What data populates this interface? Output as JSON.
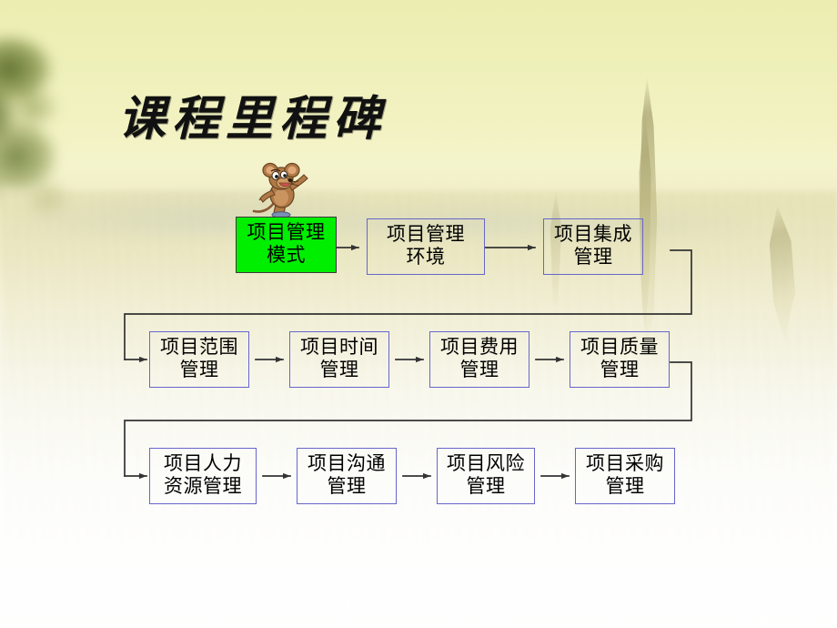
{
  "slide": {
    "title": "课程里程碑",
    "mascot_icon": "cartoon-mouse-icon",
    "background_description": "blurred meadow / wheat field photo with yellow-green sky"
  },
  "colors": {
    "start_node_fill": "#00EE00",
    "start_node_border": "#3A3A3A",
    "node_border": "#6666CC",
    "node_text": "#000000",
    "connector": "#333333",
    "title_text": "#111111",
    "sky_top": "#ECEDB0",
    "sky_bottom": "#FFFFFF"
  },
  "chart_data": {
    "type": "diagram",
    "diagram_kind": "flowchart-snake",
    "title": "课程里程碑",
    "rows": [
      {
        "index": 0,
        "direction": "left-to-right",
        "nodes": [
          {
            "id": "n1",
            "label": "项目管理\n模式",
            "line1": "项目管理",
            "line2": "模式",
            "highlight": true
          },
          {
            "id": "n2",
            "label": "项目管理\n环境",
            "line1": "项目管理",
            "line2": "环境",
            "highlight": false
          },
          {
            "id": "n3",
            "label": "项目集成\n管理",
            "line1": "项目集成",
            "line2": "管理",
            "highlight": false
          }
        ]
      },
      {
        "index": 1,
        "direction": "left-to-right",
        "nodes": [
          {
            "id": "n4",
            "label": "项目范围\n管理",
            "line1": "项目范围",
            "line2": "管理",
            "highlight": false
          },
          {
            "id": "n5",
            "label": "项目时间\n管理",
            "line1": "项目时间",
            "line2": "管理",
            "highlight": false
          },
          {
            "id": "n6",
            "label": "项目费用\n管理",
            "line1": "项目费用",
            "line2": "管理",
            "highlight": false
          },
          {
            "id": "n7",
            "label": "项目质量\n管理",
            "line1": "项目质量",
            "line2": "管理",
            "highlight": false
          }
        ]
      },
      {
        "index": 2,
        "direction": "left-to-right",
        "nodes": [
          {
            "id": "n8",
            "label": "项目人力\n资源管理",
            "line1": "项目人力",
            "line2": "资源管理",
            "highlight": false
          },
          {
            "id": "n9",
            "label": "项目沟通\n管理",
            "line1": "项目沟通",
            "line2": "管理",
            "highlight": false
          },
          {
            "id": "n10",
            "label": "项目风险\n管理",
            "line1": "项目风险",
            "line2": "管理",
            "highlight": false
          },
          {
            "id": "n11",
            "label": "项目采购\n管理",
            "line1": "项目采购",
            "line2": "管理",
            "highlight": false
          }
        ]
      }
    ],
    "edges": [
      {
        "from": "n1",
        "to": "n2",
        "style": "straight-right"
      },
      {
        "from": "n2",
        "to": "n3",
        "style": "straight-right"
      },
      {
        "from": "n3",
        "to": "n4",
        "style": "wrap-down-left"
      },
      {
        "from": "n4",
        "to": "n5",
        "style": "straight-right"
      },
      {
        "from": "n5",
        "to": "n6",
        "style": "straight-right"
      },
      {
        "from": "n6",
        "to": "n7",
        "style": "straight-right"
      },
      {
        "from": "n7",
        "to": "n8",
        "style": "wrap-down-left"
      },
      {
        "from": "n8",
        "to": "n9",
        "style": "straight-right"
      },
      {
        "from": "n9",
        "to": "n10",
        "style": "straight-right"
      },
      {
        "from": "n10",
        "to": "n11",
        "style": "straight-right"
      }
    ],
    "node_count": 11,
    "highlighted_node": "项目管理模式"
  }
}
